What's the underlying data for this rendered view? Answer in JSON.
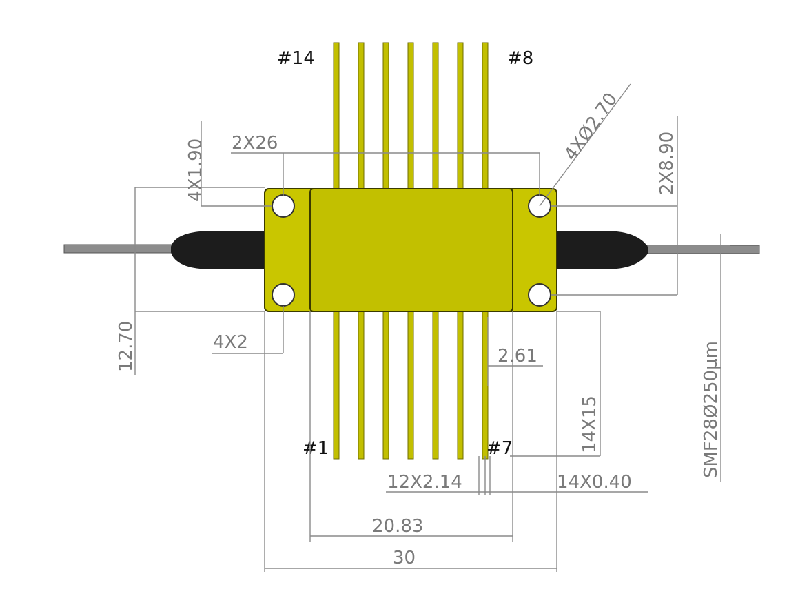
{
  "colors": {
    "housing": "#c2c000",
    "housing_edge": "#3a3a00",
    "flange": "#c9c600",
    "pin": "#c2bf00",
    "boot": "#1c1c1c",
    "fiber": "#8c8c8c",
    "dimension": "#8a8a8a"
  },
  "pin_labels": {
    "top_left": "#14",
    "top_right": "#8",
    "bottom_left": "#1",
    "bottom_right": "#7"
  },
  "dimensions": {
    "flange_holes": "2X26",
    "hole_diameter": "4XØ2.70",
    "hole_edge_offset": "4X1.90",
    "hole_vertical_pitch": "2X8.90",
    "body_height": "12.70",
    "hole_edge_x": "4X2",
    "pin_offset": "2.61",
    "pin_length": "14X15",
    "pin_pitch": "12X2.14",
    "pin_width": "14X0.40",
    "body_width": "20.83",
    "flange_width": "30",
    "fiber": "SMF28Ø250µm"
  }
}
